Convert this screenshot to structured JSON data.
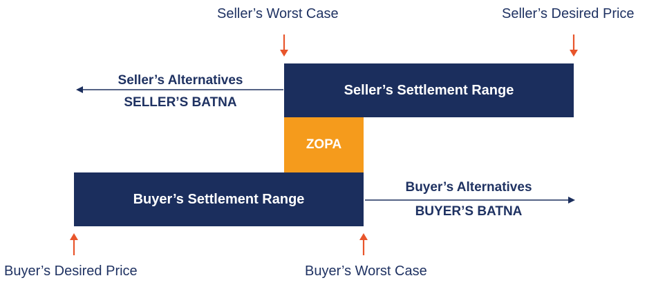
{
  "labels": {
    "seller_worst_case": "Seller’s Worst Case",
    "seller_desired_price": "Seller’s Desired Price",
    "buyer_desired_price": "Buyer’s Desired Price",
    "buyer_worst_case": "Buyer’s Worst Case"
  },
  "seller": {
    "alternatives": "Seller’s Alternatives",
    "batna": "SELLER’S BATNA",
    "range": "Seller’s Settlement Range"
  },
  "buyer": {
    "alternatives": "Buyer’s Alternatives",
    "batna": "BUYER’S BATNA",
    "range": "Buyer’s Settlement Range"
  },
  "zopa": "ZOPA",
  "colors": {
    "navy": "#1b2e5d",
    "orange": "#f59b1c",
    "marker_arrow": "#e8552b",
    "text": "#1f3262"
  }
}
